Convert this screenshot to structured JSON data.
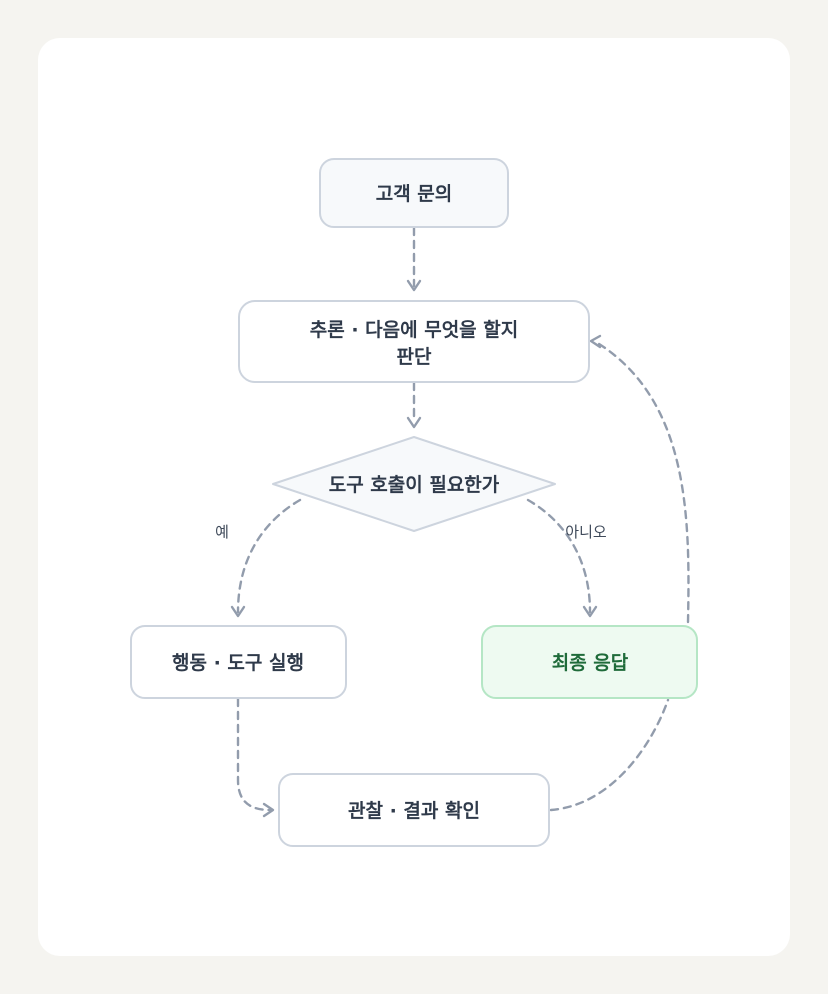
{
  "nodes": {
    "inquiry": "고객 문의",
    "reason_line1": "추론 · 다음에 무엇을 할지",
    "reason_line2": "판단",
    "decision": "도구 호출이 필요한가",
    "action": "행동 · 도구 실행",
    "final": "최종 응답",
    "observe": "관찰 · 결과 확인"
  },
  "edge_labels": {
    "yes": "예",
    "no": "아니오"
  },
  "colors": {
    "background": "#f5f4f0",
    "card": "#ffffff",
    "node_fill": "#f7f9fb",
    "node_border": "#cdd4de",
    "final_fill": "#eefaf1",
    "final_border": "#b5e6c5",
    "final_text": "#1f6b3a",
    "edge": "#929cac"
  }
}
